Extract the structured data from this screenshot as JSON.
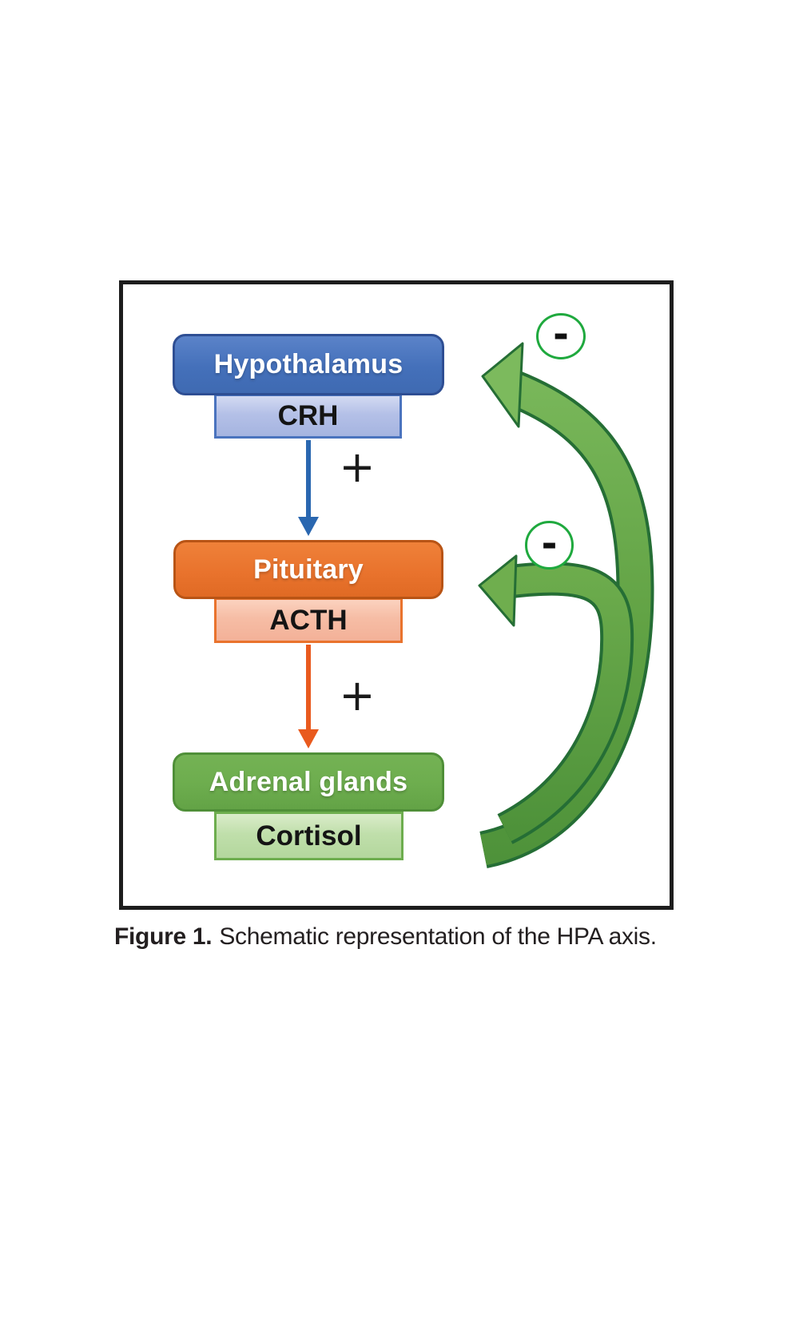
{
  "figure": {
    "caption": {
      "label": "Figure 1.",
      "text": "Schematic representation of the HPA axis."
    }
  },
  "diagram": {
    "nodes": {
      "hypothalamus": {
        "label": "Hypothalamus",
        "hormone": "CRH"
      },
      "pituitary": {
        "label": "Pituitary",
        "hormone": "ACTH"
      },
      "adrenal": {
        "label": "Adrenal glands",
        "hormone": "Cortisol"
      }
    },
    "stimulation_sign": "+",
    "inhibition_sign": "-",
    "colors": {
      "hypothalamus_fill": "#4470ba",
      "hypothalamus_border": "#2e4e93",
      "crh_fill": "#b4c0e7",
      "pituitary_fill": "#e9732d",
      "pituitary_border": "#b85415",
      "acth_fill": "#f6bda5",
      "adrenal_fill": "#6dad4e",
      "adrenal_border": "#4f8f38",
      "cortisol_fill": "#c0dfab",
      "stimulation_arrow_blue": "#2a67b0",
      "stimulation_arrow_orange": "#e95a1e",
      "feedback_arrow_fill": "#6fae4e",
      "feedback_arrow_outline": "#256e35",
      "inhibition_circle_border": "#1fa93e",
      "frame_border": "#1d1d1d"
    }
  }
}
